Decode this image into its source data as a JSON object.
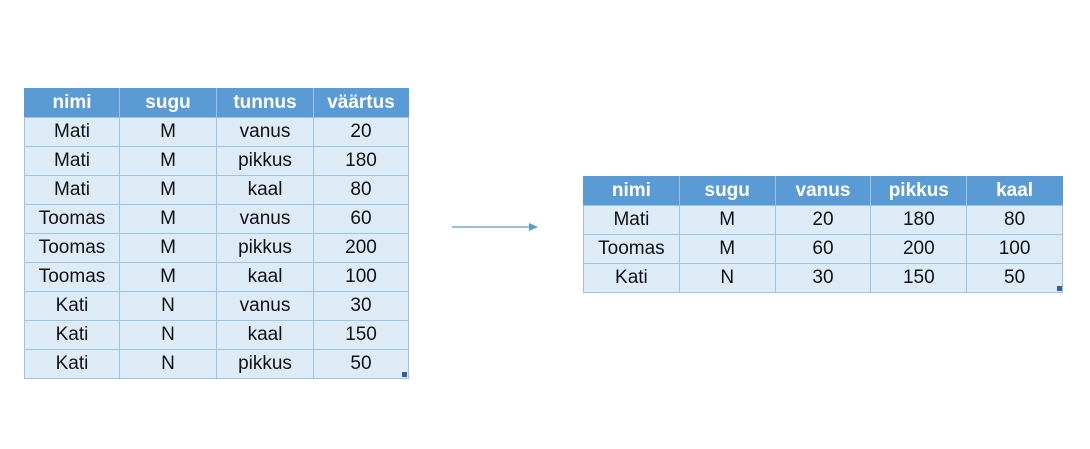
{
  "long_table": {
    "headers": [
      "nimi",
      "sugu",
      "tunnus",
      "väärtus"
    ],
    "rows": [
      [
        "Mati",
        "M",
        "vanus",
        "20"
      ],
      [
        "Mati",
        "M",
        "pikkus",
        "180"
      ],
      [
        "Mati",
        "M",
        "kaal",
        "80"
      ],
      [
        "Toomas",
        "M",
        "vanus",
        "60"
      ],
      [
        "Toomas",
        "M",
        "pikkus",
        "200"
      ],
      [
        "Toomas",
        "M",
        "kaal",
        "100"
      ],
      [
        "Kati",
        "N",
        "vanus",
        "30"
      ],
      [
        "Kati",
        "N",
        "kaal",
        "150"
      ],
      [
        "Kati",
        "N",
        "pikkus",
        "50"
      ]
    ]
  },
  "wide_table": {
    "headers": [
      "nimi",
      "sugu",
      "vanus",
      "pikkus",
      "kaal"
    ],
    "rows": [
      [
        "Mati",
        "M",
        "20",
        "180",
        "80"
      ],
      [
        "Toomas",
        "M",
        "60",
        "200",
        "100"
      ],
      [
        "Kati",
        "N",
        "30",
        "150",
        "50"
      ]
    ]
  },
  "colors": {
    "header_bg": "#5b9bd5",
    "cell_bg": "#ddebf7",
    "grid_line": "#9dc3e6",
    "arrow": "#5b9bd5"
  },
  "icons": {
    "arrow": "arrow-right-icon",
    "resize": "resize-handle-icon"
  }
}
